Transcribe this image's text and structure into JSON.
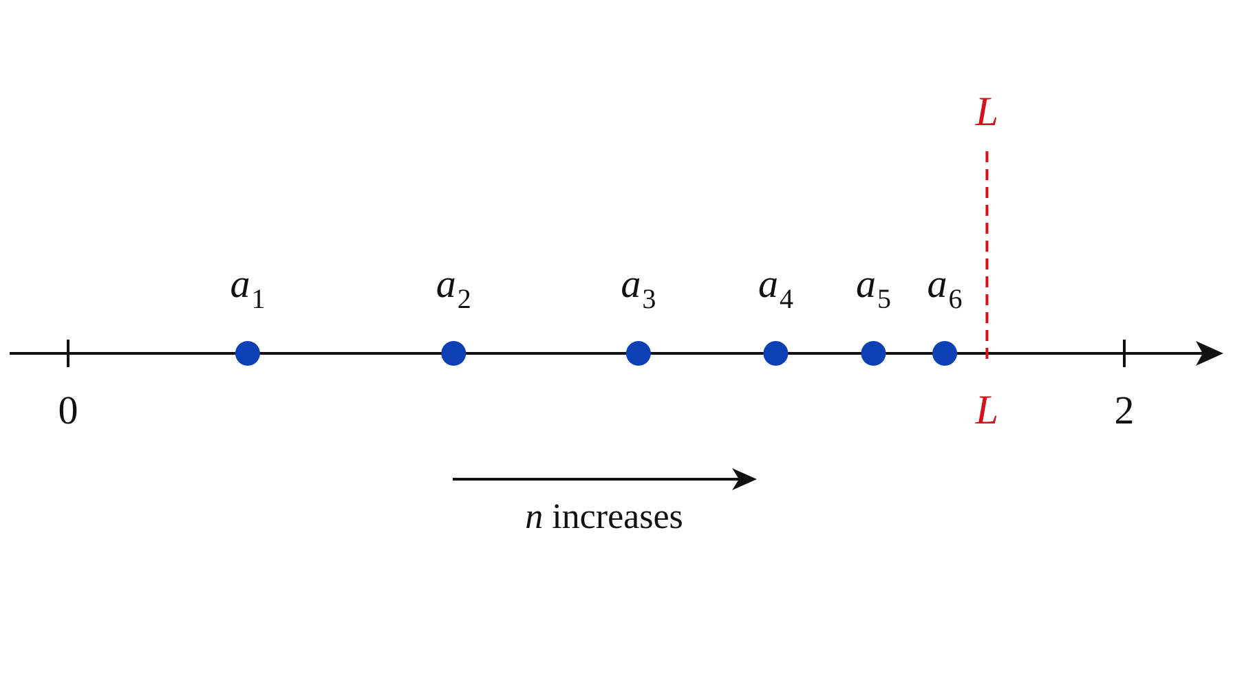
{
  "diagram": {
    "axis": {
      "min": 0,
      "max": 2,
      "ticks": [
        {
          "value": 0,
          "label": "0"
        },
        {
          "value": 2,
          "label": "2"
        }
      ]
    },
    "limit": {
      "value": 1.74,
      "top_label": "L",
      "bottom_label": "L",
      "color": "#d4121b"
    },
    "points": [
      {
        "name": "a",
        "sub": "1",
        "value": 0.34
      },
      {
        "name": "a",
        "sub": "2",
        "value": 0.73
      },
      {
        "name": "a",
        "sub": "3",
        "value": 1.08
      },
      {
        "name": "a",
        "sub": "4",
        "value": 1.34
      },
      {
        "name": "a",
        "sub": "5",
        "value": 1.525
      },
      {
        "name": "a",
        "sub": "6",
        "value": 1.66
      }
    ],
    "point_color": "#0c40b4",
    "line_color": "#111111",
    "caption": {
      "variable": "n",
      "text": " increases"
    },
    "icons": {
      "axis_end": "arrow-right-icon",
      "direction": "arrow-right-icon"
    }
  }
}
